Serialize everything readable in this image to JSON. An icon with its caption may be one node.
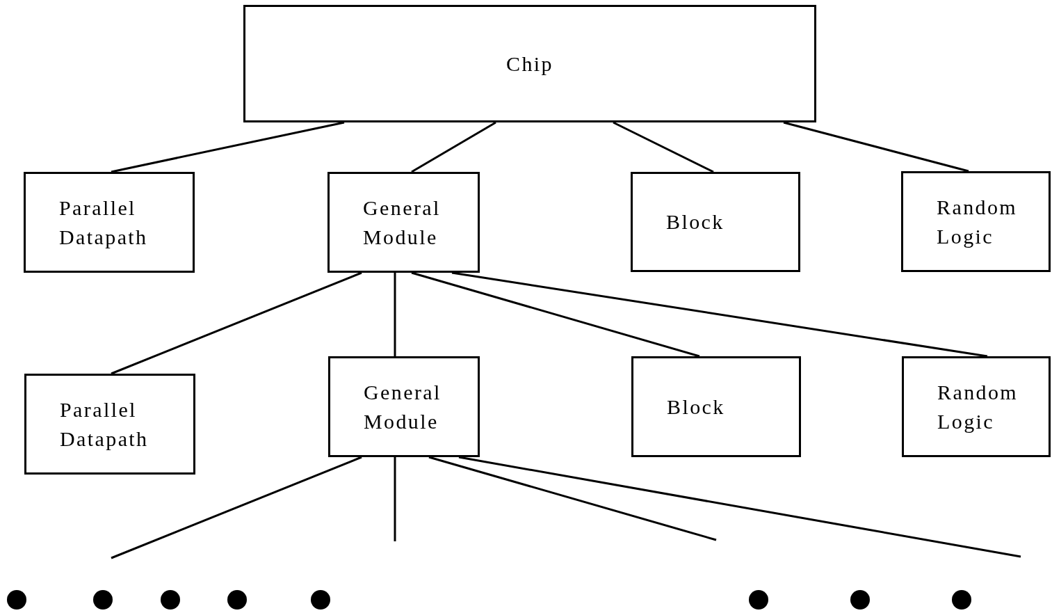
{
  "diagram": {
    "nodes": [
      {
        "text": [
          "Chip"
        ]
      },
      {
        "text": [
          "Parallel Datapath"
        ]
      },
      {
        "text": [
          "General Module"
        ]
      },
      {
        "text": [
          "Block"
        ]
      },
      {
        "text": [
          "Random Logic"
        ]
      },
      {
        "text": [
          "Parallel Datapath"
        ]
      },
      {
        "text": [
          "General Module"
        ]
      },
      {
        "text": [
          "Block"
        ]
      },
      {
        "text": [
          "Random Logic"
        ]
      }
    ],
    "edges": [
      {
        "from": 0,
        "to": 1,
        "arrow": "none"
      },
      {
        "from": 0,
        "to": 2,
        "arrow": "none"
      },
      {
        "from": 0,
        "to": 3,
        "arrow": "none"
      },
      {
        "from": 0,
        "to": 4,
        "arrow": "none"
      },
      {
        "from": 2,
        "to": 5,
        "arrow": "none"
      },
      {
        "from": 2,
        "to": 6,
        "arrow": "none"
      },
      {
        "from": 2,
        "to": 7,
        "arrow": "none"
      },
      {
        "from": 2,
        "to": 8,
        "arrow": "none"
      },
      {
        "from": 6,
        "to": null,
        "arrow": "none"
      },
      {
        "from": 6,
        "to": null,
        "arrow": "none"
      },
      {
        "from": 6,
        "to": null,
        "arrow": "none"
      },
      {
        "from": 6,
        "to": null,
        "arrow": "none"
      }
    ]
  }
}
